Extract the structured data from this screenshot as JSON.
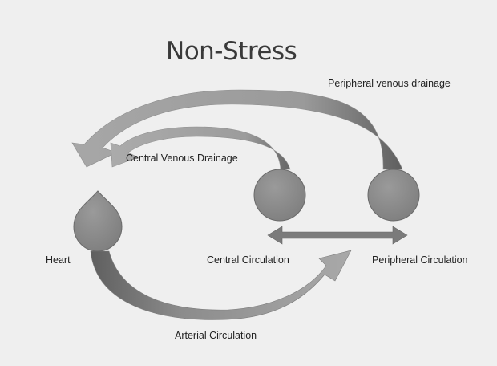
{
  "diagram": {
    "title": "Non-Stress",
    "labels": {
      "peripheral_venous": "Peripheral venous drainage",
      "central_venous": "Central Venous Drainage",
      "heart": "Heart",
      "central_circulation": "Central Circulation",
      "peripheral_circulation": "Peripheral Circulation",
      "arterial": "Arterial Circulation"
    },
    "colors": {
      "background": "#efefef",
      "arrow_light": "#a6a6a6",
      "arrow_dark": "#6e6e6e",
      "node_fill": "#8d8d8d",
      "node_stroke": "#6a6a6a"
    }
  }
}
